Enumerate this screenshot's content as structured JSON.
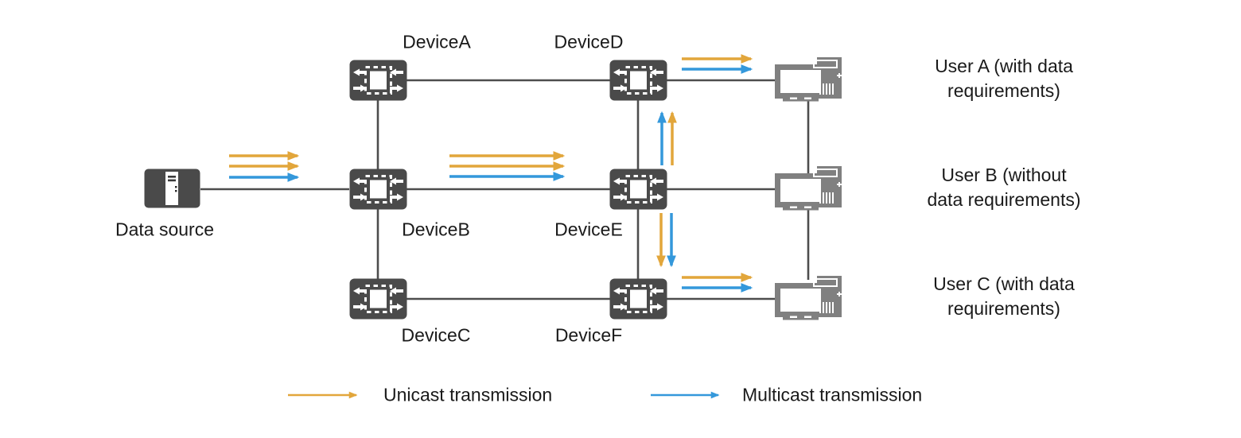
{
  "colors": {
    "background": "#FFFFFF",
    "unicast": "#E2A63B",
    "multicast": "#3498DB",
    "node_dark": "#4A4A4A",
    "node_gray": "#808080",
    "line": "#4D4D4D",
    "text": "#1A1A1A"
  },
  "data_source": {
    "label": "Data source"
  },
  "devices": {
    "a": "DeviceA",
    "b": "DeviceB",
    "c": "DeviceC",
    "d": "DeviceD",
    "e": "DeviceE",
    "f": "DeviceF"
  },
  "users": {
    "a": {
      "line1": "User A (with data",
      "line2": "requirements)"
    },
    "b": {
      "line1": "User B (without",
      "line2": "data requirements)"
    },
    "c": {
      "line1": "User C (with data",
      "line2": "requirements)"
    }
  },
  "legend": {
    "unicast_label": "Unicast transmission",
    "multicast_label": "Multicast transmission"
  },
  "icons": {
    "switch": "network-switch-icon",
    "computer": "desktop-computer-icon",
    "server": "data-source-server-icon"
  }
}
